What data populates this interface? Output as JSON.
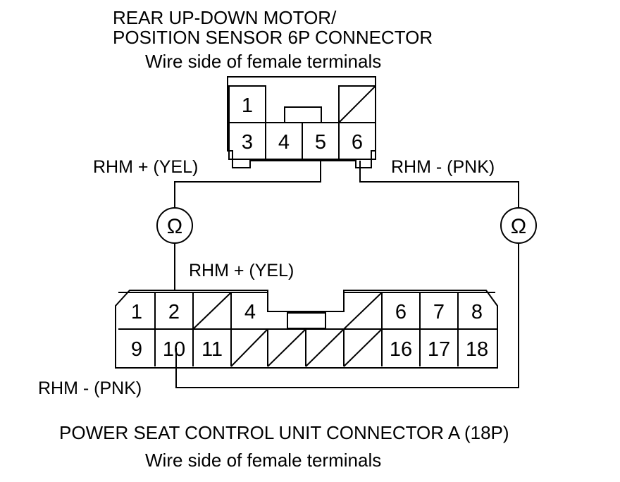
{
  "top_connector": {
    "title_line1": "REAR UP-DOWN MOTOR/",
    "title_line2": "POSITION SENSOR 6P CONNECTOR",
    "subtitle": "Wire side of female terminals",
    "pins": [
      "1",
      "3",
      "4",
      "5",
      "6"
    ]
  },
  "bottom_connector": {
    "title": "POWER SEAT CONTROL UNIT CONNECTOR A (18P)",
    "subtitle": "Wire side of female terminals",
    "pins": [
      "1",
      "2",
      "4",
      "6",
      "7",
      "8",
      "9",
      "10",
      "11",
      "16",
      "17",
      "18"
    ]
  },
  "labels": {
    "rhm_plus_top": "RHM +  (YEL)",
    "rhm_minus_top": "RHM -   (PNK)",
    "rhm_plus_bottom": "RHM +  (YEL)",
    "rhm_minus_bottom": "RHM -   (PNK)"
  },
  "meters": {
    "left_symbol": "Ω",
    "right_symbol": "Ω"
  }
}
